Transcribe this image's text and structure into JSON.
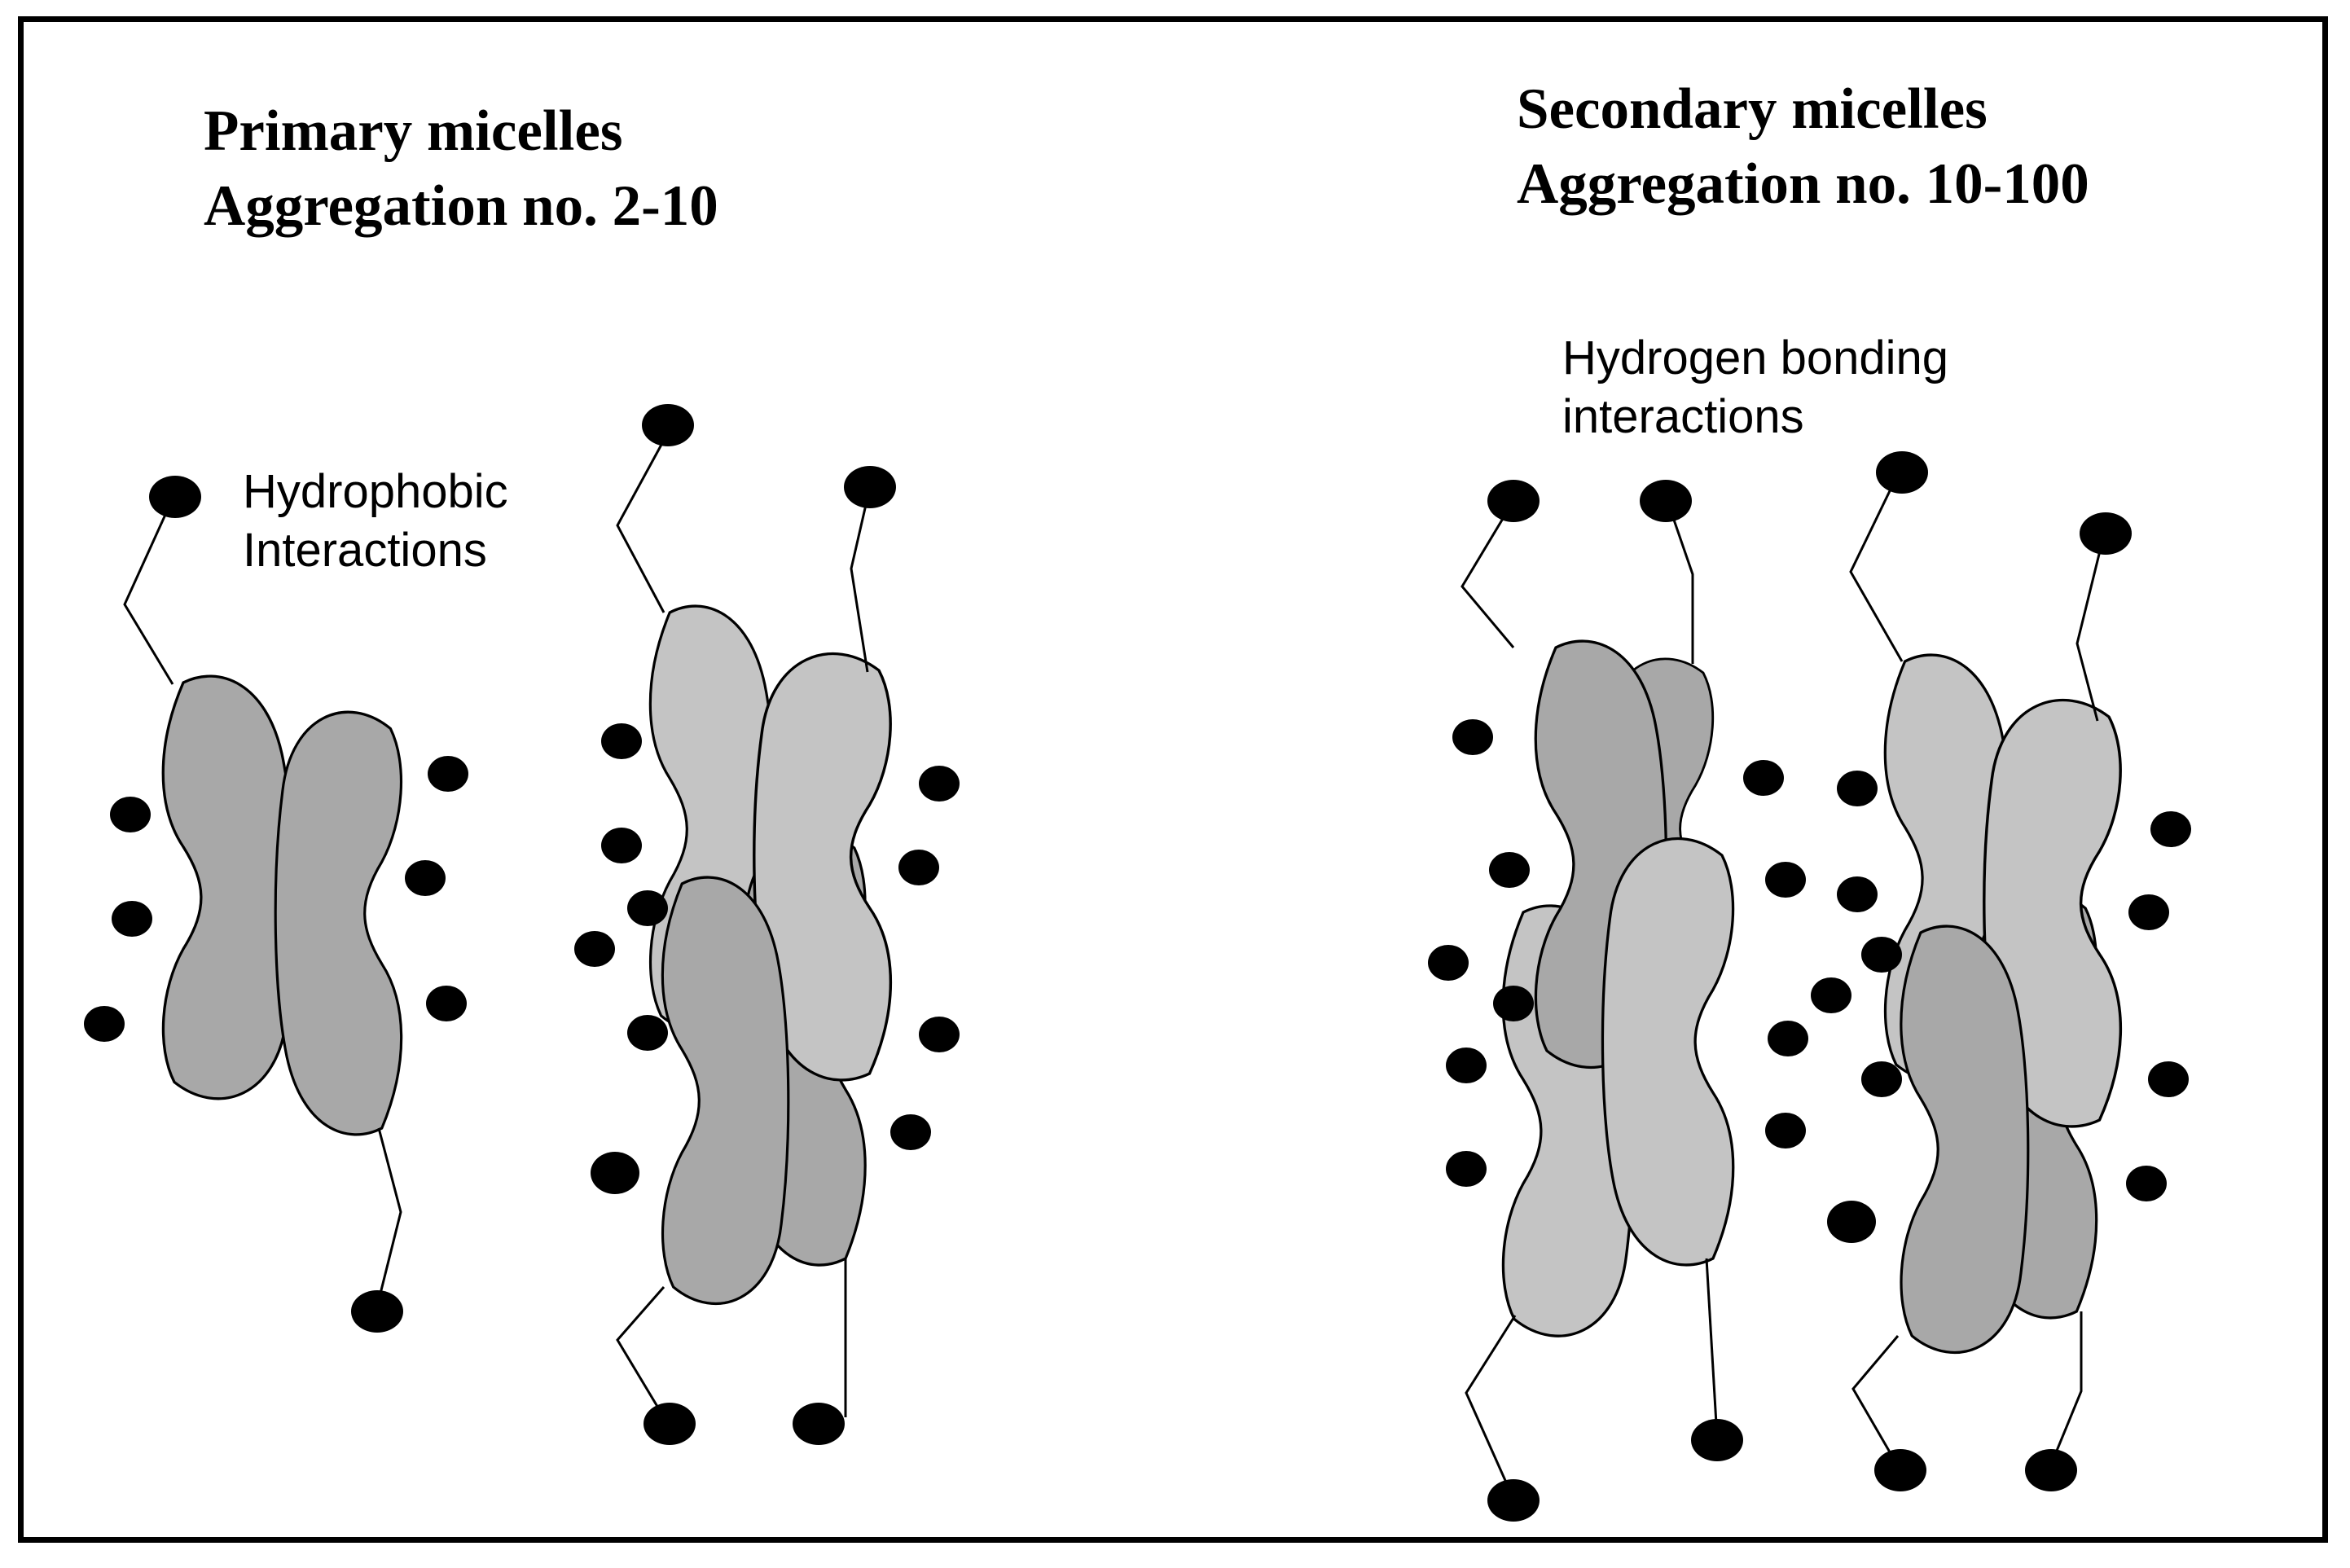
{
  "primary": {
    "heading_line1": "Primary micelles",
    "heading_line2": "Aggregation no. 2-10",
    "interaction_line1": "Hydrophobic",
    "interaction_line2": "Interactions"
  },
  "secondary": {
    "heading_line1": "Secondary micelles",
    "heading_line2": "Aggregation no. 10-100",
    "interaction_line1": "Hydrogen bonding",
    "interaction_line2": "interactions"
  },
  "colors": {
    "frame": "#000000",
    "molecule_dark": "#a8a8a8",
    "molecule_light": "#c4c4c4",
    "head_group": "#000000",
    "outline": "#000000"
  }
}
